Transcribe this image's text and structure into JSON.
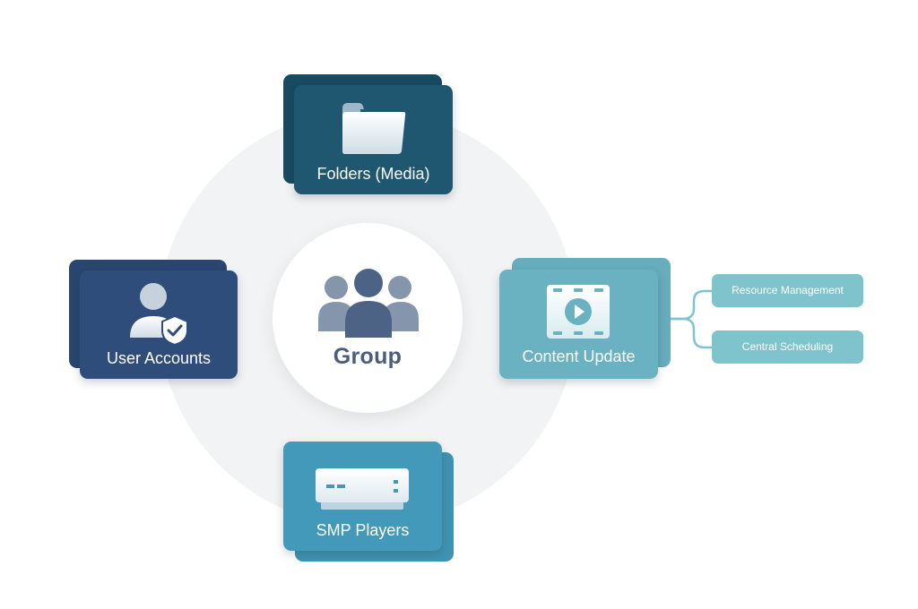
{
  "center": {
    "label": "Group",
    "icon": "group-icon"
  },
  "nodes": {
    "folders": {
      "label": "Folders (Media)",
      "icon": "folder-icon",
      "color": "#1f5670",
      "back_color": "#184a61"
    },
    "user_accounts": {
      "label": "User Accounts",
      "icon": "user-shield-icon",
      "color": "#2e4d7a",
      "back_color": "#29466f"
    },
    "content_update": {
      "label": "Content Update",
      "icon": "video-icon",
      "color": "#6ab2c1",
      "back_color": "#66adbd"
    },
    "smp_players": {
      "label": "SMP Players",
      "icon": "media-player-icon",
      "color": "#4399ba",
      "back_color": "#3f93b2"
    }
  },
  "branches": [
    {
      "label": "Resource Management"
    },
    {
      "label": "Central Scheduling"
    }
  ],
  "colors": {
    "ring": "#f2f3f4",
    "pill": "#7fc3cc",
    "connector": "#7fc3cc"
  }
}
